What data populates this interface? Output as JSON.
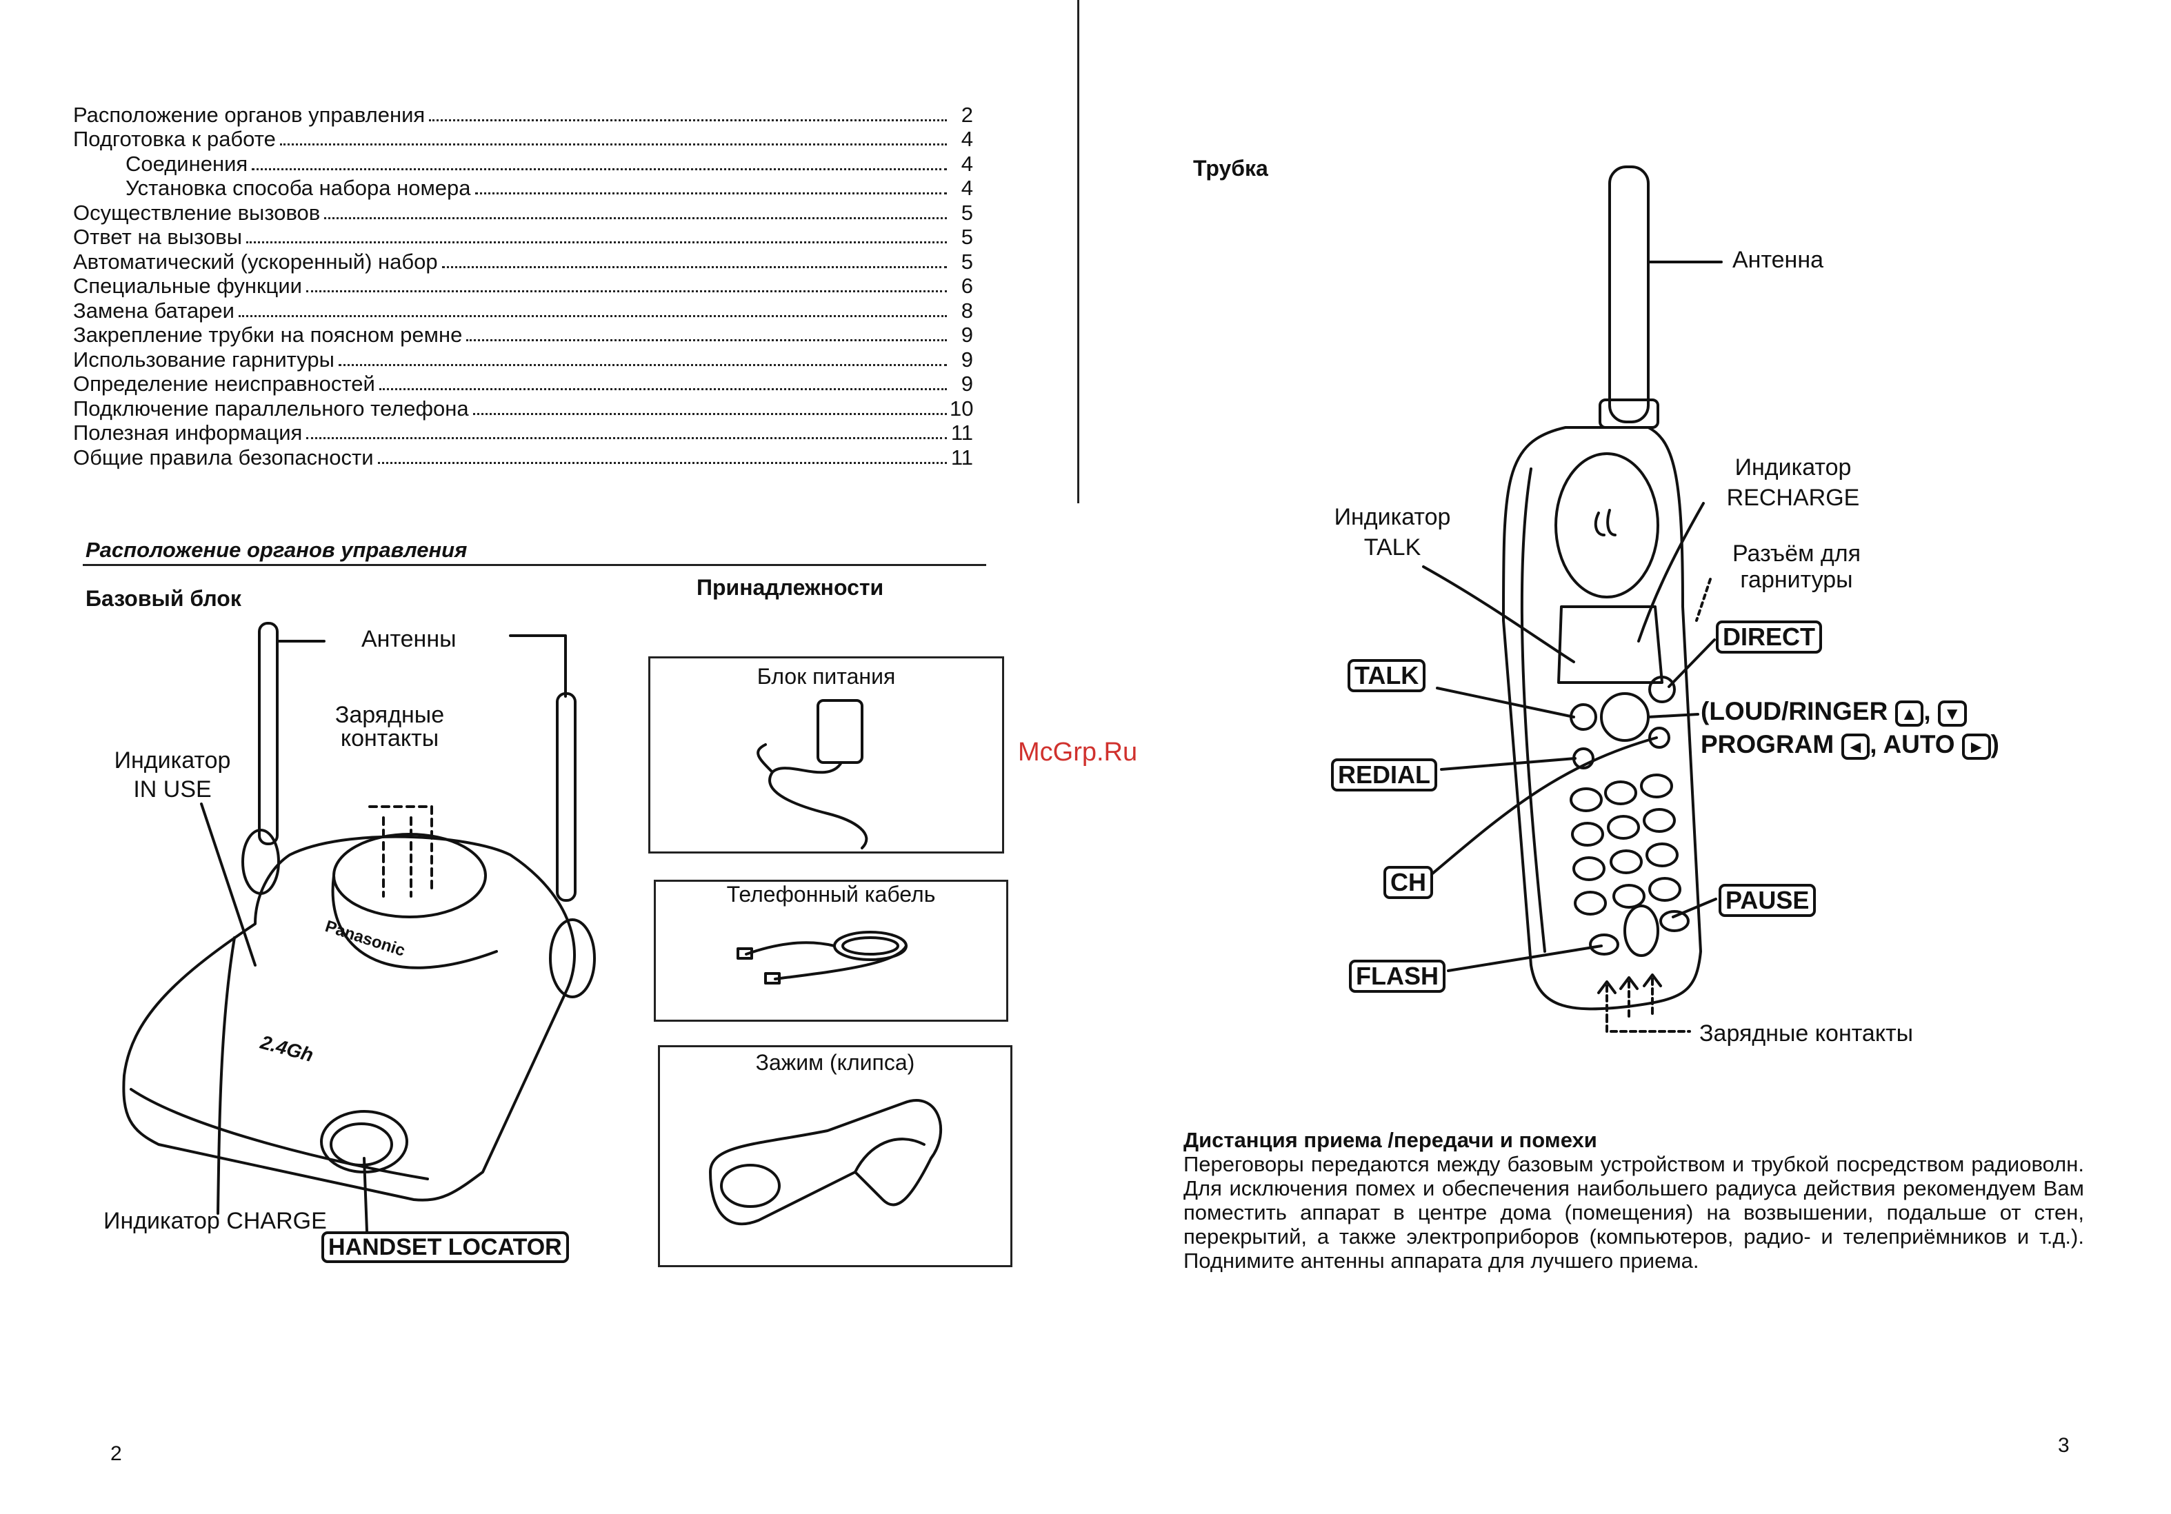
{
  "toc": [
    {
      "text": "Расположение органов управления",
      "page": "2",
      "level": 0
    },
    {
      "text": "Подготовка к работе",
      "page": "4",
      "level": 0
    },
    {
      "text": "Соединения",
      "page": "4",
      "level": 1
    },
    {
      "text": "Установка способа набора номера",
      "page": "4",
      "level": 1
    },
    {
      "text": "Осуществление вызовов",
      "page": "5",
      "level": 0
    },
    {
      "text": "Ответ на вызовы",
      "page": "5",
      "level": 0
    },
    {
      "text": "Автоматический (ускоренный) набор",
      "page": "5",
      "level": 0
    },
    {
      "text": "Специальные функции",
      "page": "6",
      "level": 0
    },
    {
      "text": "Замена батареи",
      "page": "8",
      "level": 0
    },
    {
      "text": "Закрепление трубки на поясном ремне",
      "page": "9",
      "level": 0
    },
    {
      "text": "Использование гарнитуры",
      "page": "9",
      "level": 0
    },
    {
      "text": "Определение неисправностей",
      "page": "9",
      "level": 0
    },
    {
      "text": "Подключение параллельного телефона",
      "page": "10",
      "level": 0
    },
    {
      "text": "Полезная информация",
      "page": "11",
      "level": 0
    },
    {
      "text": "Общие правила безопасности",
      "page": "11",
      "level": 0
    }
  ],
  "left": {
    "section_title": "Расположение органов управления",
    "base_title": "Базовый блок",
    "accessories_title": "Принадлежности",
    "labels": {
      "antennas": "Антенны",
      "charge_contacts_1": "Зарядные",
      "charge_contacts_2": "контакты",
      "in_use_1": "Индикатор",
      "in_use_2": "IN USE",
      "charge_indicator": "Индикатор CHARGE",
      "handset_locator": "HANDSET LOCATOR",
      "brand": "Panasonic",
      "freq": "2.4Gh"
    },
    "accessories": [
      "Блок питания",
      "Телефонный кабель",
      "Зажим (клипса)"
    ],
    "page_number": "2"
  },
  "right": {
    "handset_title": "Трубка",
    "labels": {
      "antenna": "Антенна",
      "recharge_1": "Индикатор",
      "recharge_2": "RECHARGE",
      "talk_ind_1": "Индикатор",
      "talk_ind_2": "TALK",
      "headset_1": "Разъём для",
      "headset_2": "гарнитуры",
      "charge_contacts": "Зарядные контакты"
    },
    "keys": {
      "talk": "TALK",
      "direct": "DIRECT",
      "redial": "REDIAL",
      "ch": "CH",
      "pause": "PAUSE",
      "flash": "FLASH"
    },
    "loud_line_1": "(LOUD/RINGER",
    "loud_line_2": "PROGRAM",
    "auto": "AUTO",
    "arrows": {
      "up": "▲",
      "down": "▼",
      "left": "◄",
      "right": "►"
    },
    "paragraph_title": "Дистанция приема /передачи и помехи",
    "paragraph": "Переговоры передаются между базовым устройством и трубкой посредством радиоволн. Для исключения помех и обеспечения наибольшего радиуса действия рекомендуем Вам поместить аппарат в центре дома (помещения) на возвышении, подальше от стен, перекрытий, а также электроприборов (компьютеров, радио- и телеприёмников и т.д.). Поднимите антенны аппарата для лучшего приема.",
    "page_number": "3"
  },
  "watermark": "McGrp.Ru",
  "colors": {
    "watermark": "#d0312d",
    "ink": "#111111"
  }
}
